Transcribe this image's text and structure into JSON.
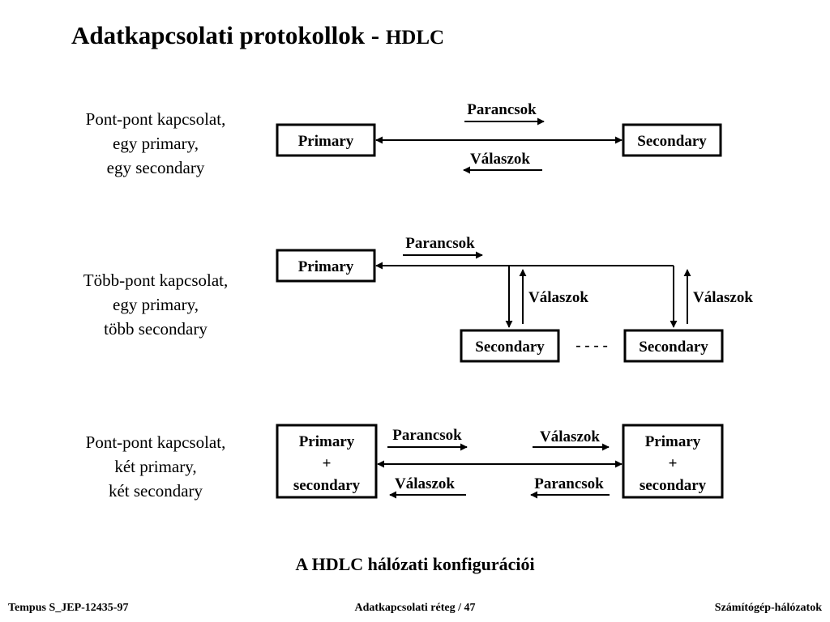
{
  "title": {
    "main": "Adatkapcsolati protokollok - ",
    "sub": "HDLC"
  },
  "sections": [
    {
      "lines": [
        "Pont-pont kapcsolat,",
        "egy primary,",
        "egy secondary"
      ]
    },
    {
      "lines": [
        "Több-pont kapcsolat,",
        "egy primary,",
        "több secondary"
      ]
    },
    {
      "lines": [
        "Pont-pont kapcsolat,",
        "két primary,",
        "két secondary"
      ]
    }
  ],
  "diagram1": {
    "primary": "Primary",
    "secondary": "Secondary",
    "commands": "Parancsok",
    "responses": "Válaszok"
  },
  "diagram2": {
    "primary": "Primary",
    "secondary_1": "Secondary",
    "secondary_2": "Secondary",
    "commands": "Parancsok",
    "responses_1": "Válaszok",
    "responses_2": "Válaszok",
    "separator": "- - - -"
  },
  "diagram3": {
    "left_box": [
      "Primary",
      "+",
      "secondary"
    ],
    "right_box": [
      "Primary",
      "+",
      "secondary"
    ],
    "left_commands": "Parancsok",
    "left_responses": "Válaszok",
    "right_responses": "Válaszok",
    "right_commands": "Parancsok"
  },
  "caption": "A HDLC hálózati konfigurációi",
  "footer": {
    "left": "Tempus S_JEP-12435-97",
    "center": "Adatkapcsolati réteg / 47",
    "right": "Számítógép-hálózatok"
  }
}
